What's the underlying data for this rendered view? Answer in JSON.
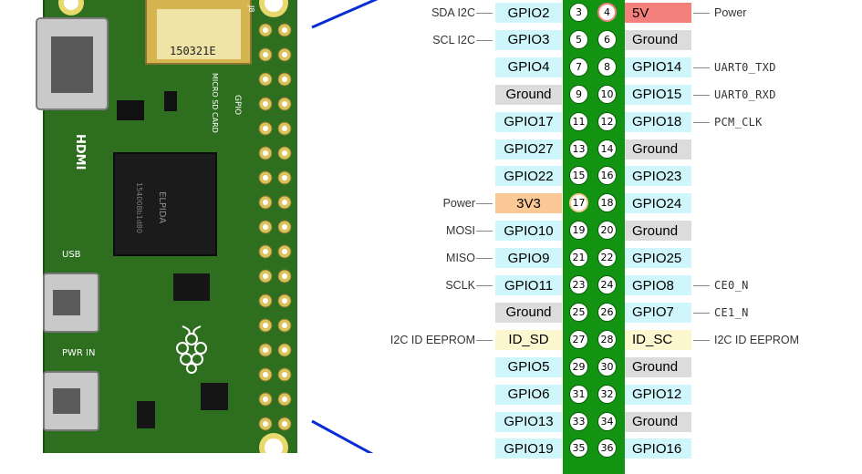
{
  "colors": {
    "gpio": "#cef6fb",
    "ground": "#dcdcdc",
    "power5v": "#f4807d",
    "power3v3": "#fbc996",
    "idEeprom": "#fdf7cf",
    "header": "#129312",
    "callout": "#0a2cd6"
  },
  "board": {
    "connector_label": "J8",
    "sd_label": "MICRO SD CARD",
    "sd_code": "150321E",
    "hdmi_label": "HDMI",
    "gpio_label": "GPIO",
    "usb_label": "USB",
    "pwr_label": "PWR IN",
    "chip_text": "ELPIDA",
    "chip_code": "154008b1d80"
  },
  "rows": [
    {
      "odd": "3",
      "even": "4",
      "left": {
        "label": "GPIO2",
        "type": "gpio"
      },
      "right": {
        "label": "5V",
        "type": "power5v"
      },
      "leftNote": "SDA I2C",
      "rightNote": "Power",
      "rightNoteMono": false,
      "oddHighlight": false,
      "evenHighlight": true
    },
    {
      "odd": "5",
      "even": "6",
      "left": {
        "label": "GPIO3",
        "type": "gpio"
      },
      "right": {
        "label": "Ground",
        "type": "ground"
      },
      "leftNote": "SCL I2C",
      "rightNote": "",
      "rightNoteMono": false,
      "oddHighlight": false,
      "evenHighlight": false
    },
    {
      "odd": "7",
      "even": "8",
      "left": {
        "label": "GPIO4",
        "type": "gpio"
      },
      "right": {
        "label": "GPIO14",
        "type": "gpio"
      },
      "leftNote": "",
      "rightNote": "UART0_TXD",
      "rightNoteMono": true,
      "oddHighlight": false,
      "evenHighlight": false
    },
    {
      "odd": "9",
      "even": "10",
      "left": {
        "label": "Ground",
        "type": "ground"
      },
      "right": {
        "label": "GPIO15",
        "type": "gpio"
      },
      "leftNote": "",
      "rightNote": "UART0_RXD",
      "rightNoteMono": true,
      "oddHighlight": false,
      "evenHighlight": false
    },
    {
      "odd": "11",
      "even": "12",
      "left": {
        "label": "GPIO17",
        "type": "gpio"
      },
      "right": {
        "label": "GPIO18",
        "type": "gpio"
      },
      "leftNote": "",
      "rightNote": "PCM_CLK",
      "rightNoteMono": true,
      "oddHighlight": false,
      "evenHighlight": false
    },
    {
      "odd": "13",
      "even": "14",
      "left": {
        "label": "GPIO27",
        "type": "gpio"
      },
      "right": {
        "label": "Ground",
        "type": "ground"
      },
      "leftNote": "",
      "rightNote": "",
      "rightNoteMono": false,
      "oddHighlight": false,
      "evenHighlight": false
    },
    {
      "odd": "15",
      "even": "16",
      "left": {
        "label": "GPIO22",
        "type": "gpio"
      },
      "right": {
        "label": "GPIO23",
        "type": "gpio"
      },
      "leftNote": "",
      "rightNote": "",
      "rightNoteMono": false,
      "oddHighlight": false,
      "evenHighlight": false
    },
    {
      "odd": "17",
      "even": "18",
      "left": {
        "label": "3V3",
        "type": "power3v3"
      },
      "right": {
        "label": "GPIO24",
        "type": "gpio"
      },
      "leftNote": "Power",
      "rightNote": "",
      "rightNoteMono": false,
      "oddHighlight": true,
      "evenHighlight": false
    },
    {
      "odd": "19",
      "even": "20",
      "left": {
        "label": "GPIO10",
        "type": "gpio"
      },
      "right": {
        "label": "Ground",
        "type": "ground"
      },
      "leftNote": "MOSI",
      "rightNote": "",
      "rightNoteMono": false,
      "oddHighlight": false,
      "evenHighlight": false
    },
    {
      "odd": "21",
      "even": "22",
      "left": {
        "label": "GPIO9",
        "type": "gpio"
      },
      "right": {
        "label": "GPIO25",
        "type": "gpio"
      },
      "leftNote": "MISO",
      "rightNote": "",
      "rightNoteMono": false,
      "oddHighlight": false,
      "evenHighlight": false
    },
    {
      "odd": "23",
      "even": "24",
      "left": {
        "label": "GPIO11",
        "type": "gpio"
      },
      "right": {
        "label": "GPIO8",
        "type": "gpio"
      },
      "leftNote": "SCLK",
      "rightNote": "CE0_N",
      "rightNoteMono": true,
      "oddHighlight": false,
      "evenHighlight": false
    },
    {
      "odd": "25",
      "even": "26",
      "left": {
        "label": "Ground",
        "type": "ground"
      },
      "right": {
        "label": "GPIO7",
        "type": "gpio"
      },
      "leftNote": "",
      "rightNote": "CE1_N",
      "rightNoteMono": true,
      "oddHighlight": false,
      "evenHighlight": false
    },
    {
      "odd": "27",
      "even": "28",
      "left": {
        "label": "ID_SD",
        "type": "idEeprom"
      },
      "right": {
        "label": "ID_SC",
        "type": "idEeprom"
      },
      "leftNote": "I2C ID EEPROM",
      "rightNote": "I2C ID EEPROM",
      "rightNoteMono": false,
      "oddHighlight": false,
      "evenHighlight": false
    },
    {
      "odd": "29",
      "even": "30",
      "left": {
        "label": "GPIO5",
        "type": "gpio"
      },
      "right": {
        "label": "Ground",
        "type": "ground"
      },
      "leftNote": "",
      "rightNote": "",
      "rightNoteMono": false,
      "oddHighlight": false,
      "evenHighlight": false
    },
    {
      "odd": "31",
      "even": "32",
      "left": {
        "label": "GPIO6",
        "type": "gpio"
      },
      "right": {
        "label": "GPIO12",
        "type": "gpio"
      },
      "leftNote": "",
      "rightNote": "",
      "rightNoteMono": false,
      "oddHighlight": false,
      "evenHighlight": false
    },
    {
      "odd": "33",
      "even": "34",
      "left": {
        "label": "GPIO13",
        "type": "gpio"
      },
      "right": {
        "label": "Ground",
        "type": "ground"
      },
      "leftNote": "",
      "rightNote": "",
      "rightNoteMono": false,
      "oddHighlight": false,
      "evenHighlight": false
    },
    {
      "odd": "35",
      "even": "36",
      "left": {
        "label": "GPIO19",
        "type": "gpio"
      },
      "right": {
        "label": "GPIO16",
        "type": "gpio"
      },
      "leftNote": "",
      "rightNote": "",
      "rightNoteMono": false,
      "oddHighlight": false,
      "evenHighlight": false
    }
  ]
}
